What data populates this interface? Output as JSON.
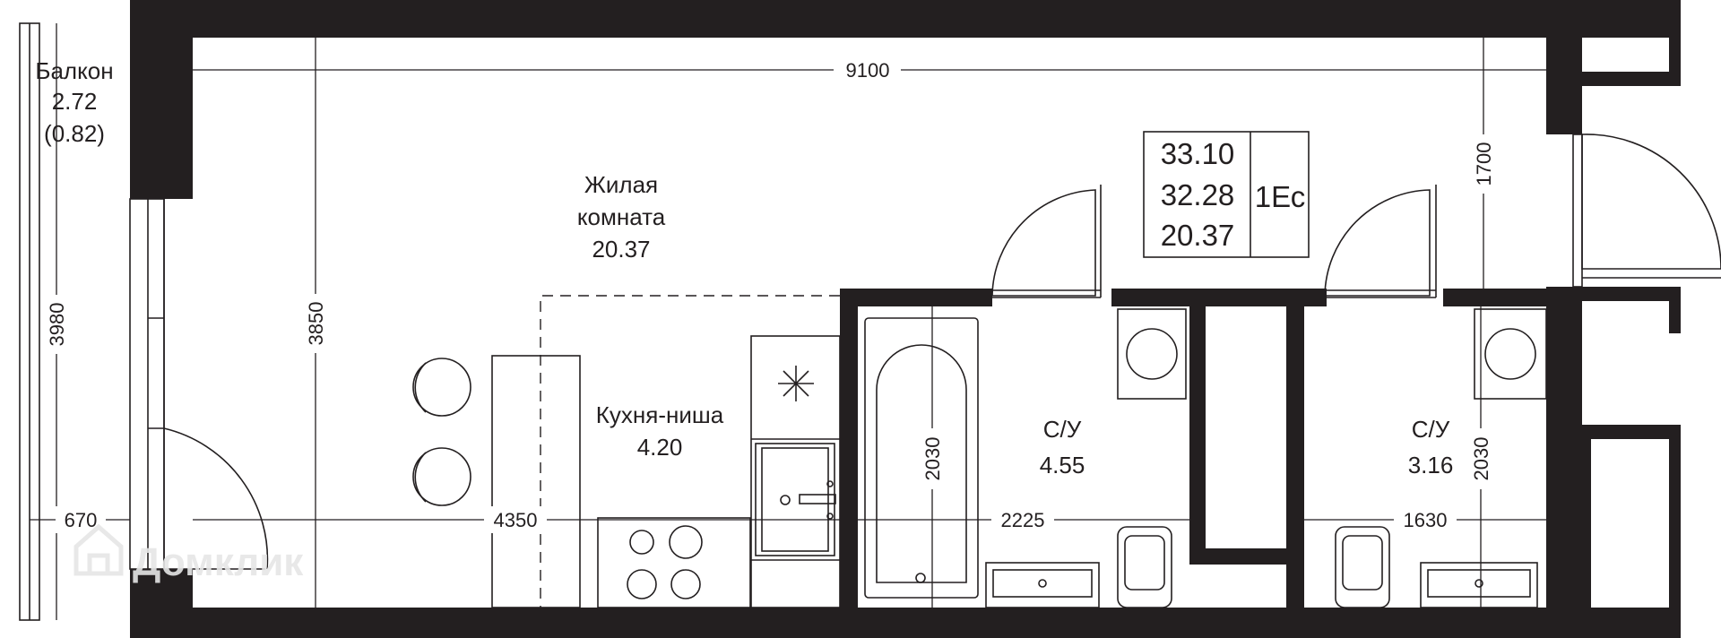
{
  "rooms": {
    "balcony": {
      "name": "Балкон",
      "area": "2.72",
      "area_reduced": "(0.82)"
    },
    "living": {
      "name_line1": "Жилая",
      "name_line2": "комната",
      "area": "20.37"
    },
    "kitchen": {
      "name": "Кухня-ниша",
      "area": "4.20"
    },
    "bath1": {
      "name": "С/У",
      "area": "4.55"
    },
    "bath2": {
      "name": "С/У",
      "area": "3.16"
    }
  },
  "summary": {
    "total": "33.10",
    "total_wo_balcony": "32.28",
    "living": "20.37",
    "type": "1Ес"
  },
  "dimensions": {
    "overall_width": "9100",
    "balcony_depth": "670",
    "balcony_length": "3980",
    "living_height": "3850",
    "living_width": "4350",
    "corridor_depth": "1700",
    "bath1_height": "2030",
    "bath1_width": "2225",
    "bath2_height": "2030",
    "bath2_width": "1630"
  },
  "watermark": "Домклик"
}
